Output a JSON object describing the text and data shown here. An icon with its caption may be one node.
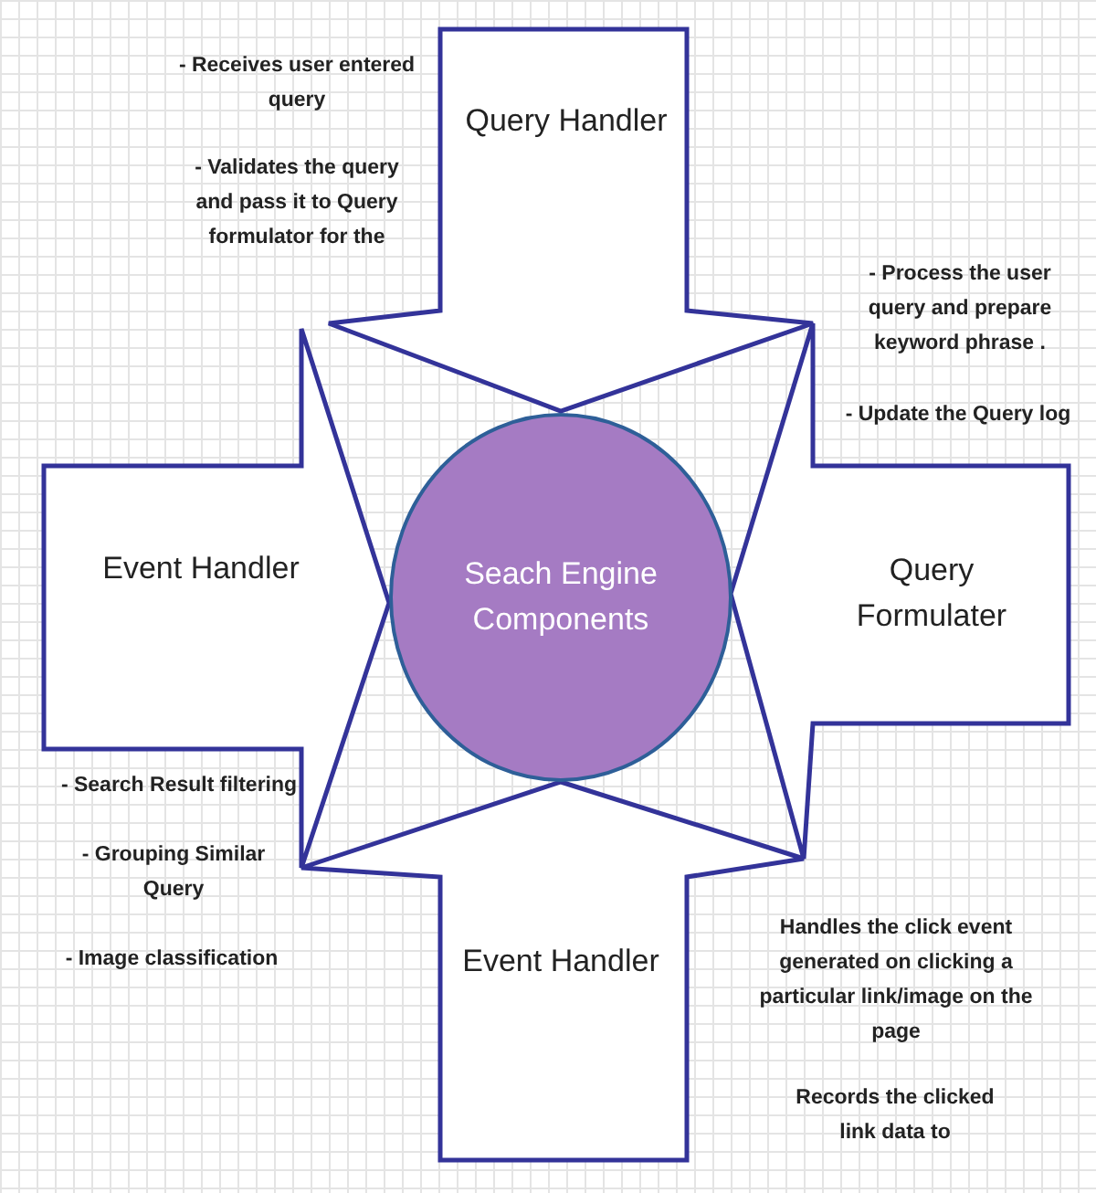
{
  "diagram": {
    "nodes": [
      {
        "text": [
          "Query Handler"
        ],
        "beside": [
          "- Receives user entered query",
          "- Validates the query and pass it to Query formulator for the"
        ]
      },
      {
        "text": [
          "Event Handler"
        ],
        "beside": [
          "- Search Result filtering",
          "- Grouping Similar Query"
        ]
      },
      {
        "text": [
          "Seach Engine Components"
        ]
      },
      {
        "text": [
          "Query Formulater"
        ],
        "beside": [
          "- Process the user query and prepare keyword phrase .",
          "- Update the Query log"
        ]
      },
      {
        "text": [
          "Event Handler"
        ],
        "beside": [
          "Handles the click event generated on clicking a particular link/image on the page",
          "Records the clicked link data to"
        ]
      }
    ],
    "labels": [
      "- Image classification"
    ]
  }
}
